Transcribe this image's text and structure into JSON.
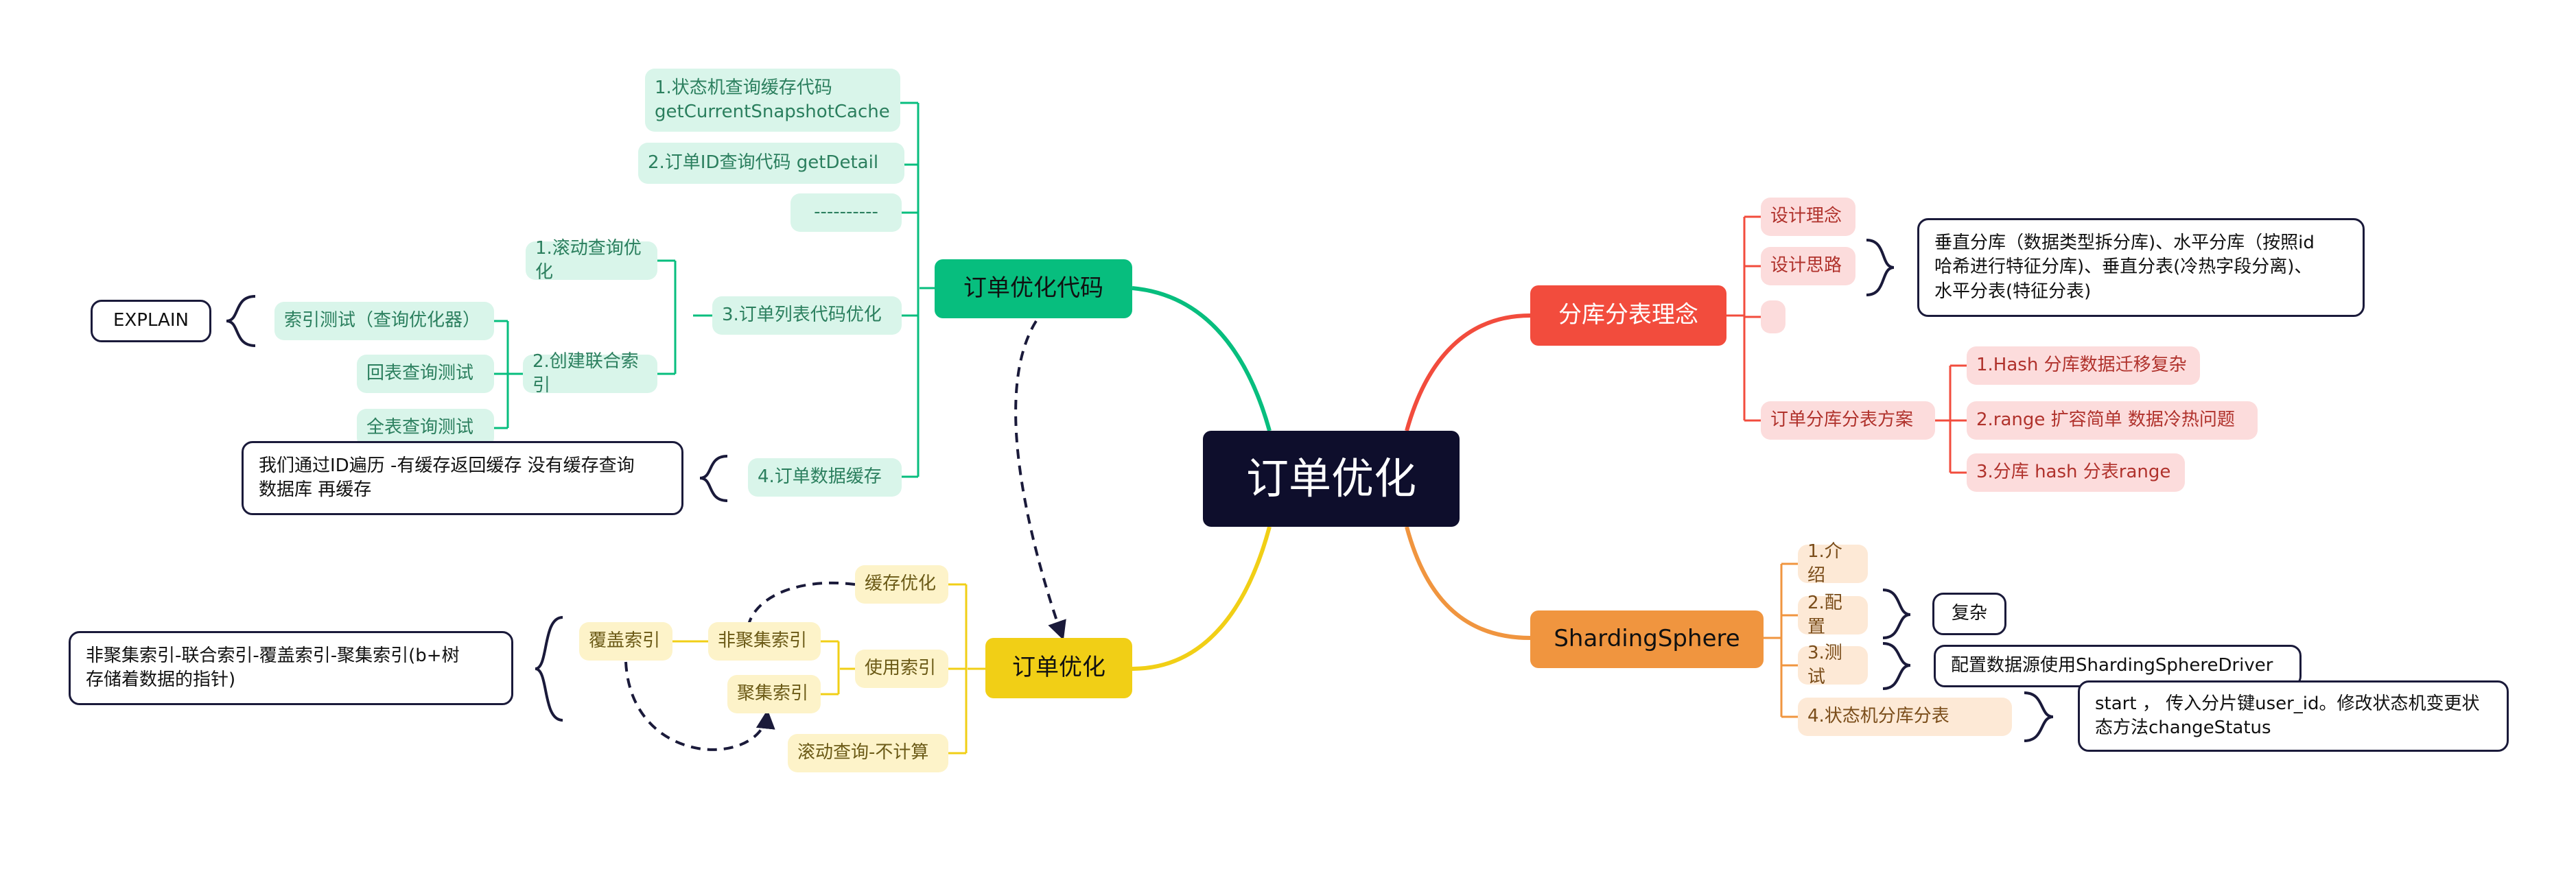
{
  "root": "订单优化",
  "branches": {
    "code": {
      "title": "订单优化代码",
      "items": {
        "state_cache": "1.状态机查询缓存代码\ngetCurrentSnapshotCache",
        "order_id": "2.订单ID查询代码  getDetail",
        "dashes": "----------",
        "list_opt": "3.订单列表代码优化",
        "scroll_query": "1.滚动查询优化",
        "joint_index": "2.创建联合索引",
        "index_test": "索引测试（查询优化器）",
        "explain": "EXPLAIN",
        "back_table": "回表查询测试",
        "full_table": "全表查询测试",
        "data_cache": "4.订单数据缓存",
        "cache_note": "我们通过ID遍历 -有缓存返回缓存 没有缓存查询\n数据库 再缓存"
      }
    },
    "opt": {
      "title": "订单优化",
      "items": {
        "cache_opt": "缓存优化",
        "use_index": "使用索引",
        "scroll_nocount": "滚动查询-不计算",
        "nonclustered": "非聚集索引",
        "clustered": "聚集索引",
        "covering": "覆盖索引",
        "index_note": "非聚集索引-联合索引-覆盖索引-聚集索引(b+树\n存储着数据的指针)"
      }
    },
    "sharding": {
      "title": "分库分表理念",
      "items": {
        "design_idea": "设计理念",
        "design_thought": "设计思路",
        "design_note": "垂直分库（数据类型拆分库)、水平分库（按照id\n哈希进行特征分库)、垂直分表(冷热字段分离)、\n水平分表(特征分表)",
        "empty": "",
        "plan": "订单分库分表方案",
        "plan1": "1.Hash 分库数据迁移复杂",
        "plan2": "2.range 扩容简单 数据冷热问题",
        "plan3": "3.分库 hash 分表range"
      }
    },
    "ss": {
      "title": "ShardingSphere",
      "items": {
        "intro": "1.介绍",
        "config": "2.配置",
        "test": "3.测试",
        "fsm": "4.状态机分库分表",
        "complex": "复杂",
        "driver": "配置数据源使用ShardingSphereDriver",
        "fsm_note": "start ，  传入分片键user_id。修改状态机变更状\n态方法changeStatus"
      }
    }
  },
  "colors": {
    "root": "#0e0e2c",
    "green": "#07be7e",
    "yellow": "#f1cf16",
    "red": "#f24c3d",
    "orange": "#f0953f",
    "dashed": "#1a1a3a"
  }
}
